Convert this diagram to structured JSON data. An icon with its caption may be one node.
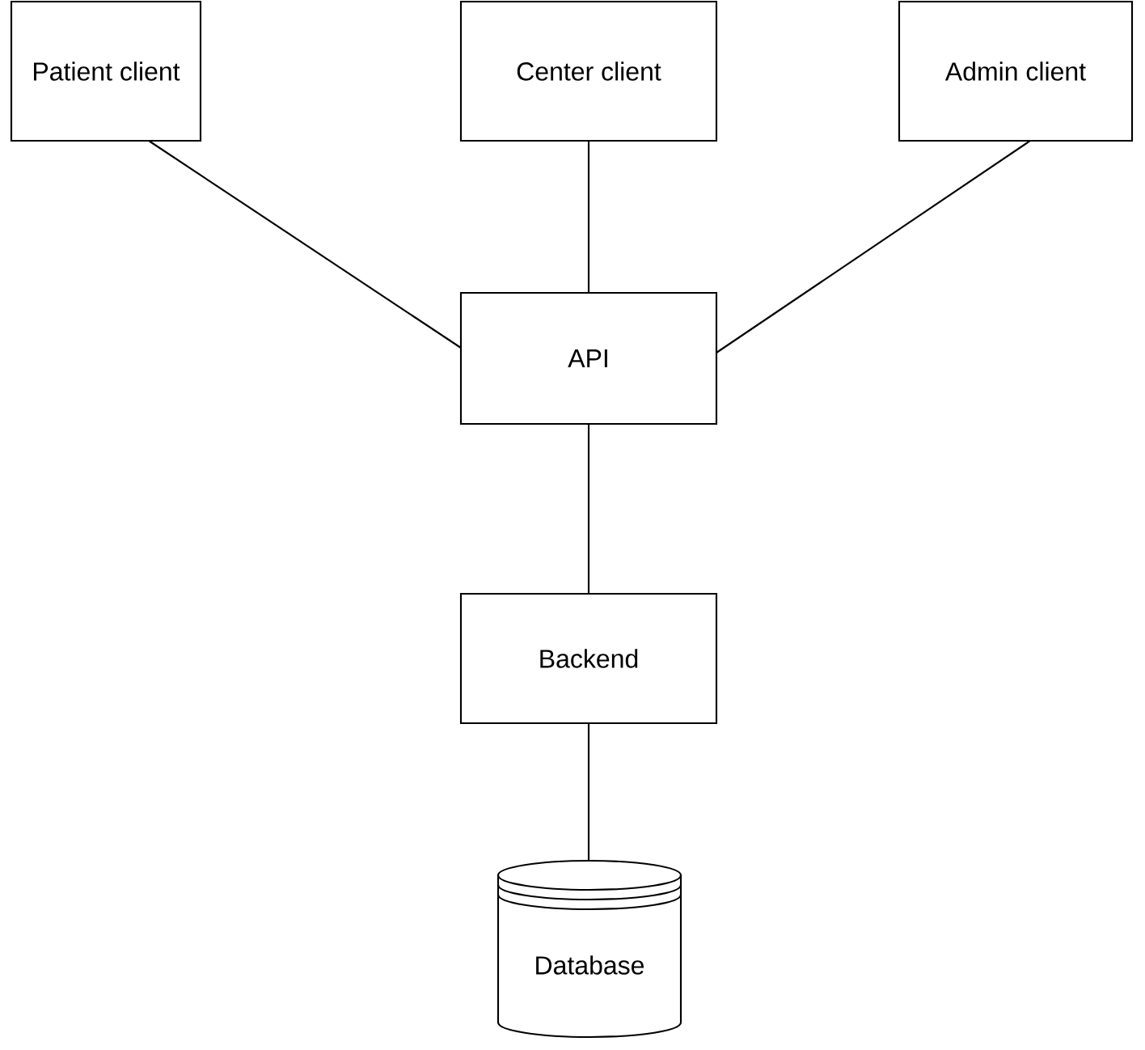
{
  "diagram": {
    "nodes": [
      {
        "text": [
          "Patient client"
        ]
      },
      {
        "text": [
          "Center client"
        ]
      },
      {
        "text": [
          "Admin client"
        ]
      },
      {
        "text": [
          "API"
        ]
      },
      {
        "text": [
          "Backend"
        ]
      },
      {
        "text": [
          "Database"
        ]
      }
    ],
    "edges": [
      {
        "from": 0,
        "to": 3,
        "arrow": "none"
      },
      {
        "from": 1,
        "to": 3,
        "arrow": "none"
      },
      {
        "from": 2,
        "to": 3,
        "arrow": "none"
      },
      {
        "from": 3,
        "to": 4,
        "arrow": "none"
      },
      {
        "from": 4,
        "to": 5,
        "arrow": "none"
      }
    ]
  }
}
